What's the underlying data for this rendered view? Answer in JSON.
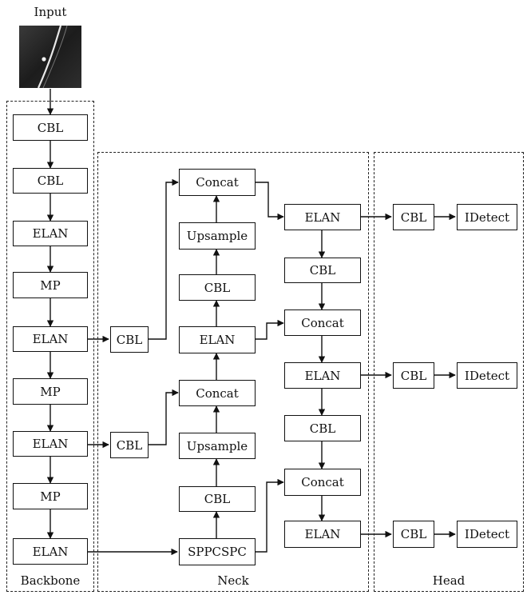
{
  "input_label": "Input",
  "regions": {
    "backbone": "Backbone",
    "neck": "Neck",
    "head": "Head"
  },
  "nodes": {
    "bb_cbl1": "CBL",
    "bb_cbl2": "CBL",
    "bb_elan1": "ELAN",
    "bb_mp1": "MP",
    "bb_elan2": "ELAN",
    "bb_mp2": "MP",
    "bb_elan3": "ELAN",
    "bb_mp3": "MP",
    "bb_elan4": "ELAN",
    "nk_cbl_a": "CBL",
    "nk_cbl_b": "CBL",
    "nk_concat1": "Concat",
    "nk_upsample1": "Upsample",
    "nk_cbl_c": "CBL",
    "nk_elan_mid": "ELAN",
    "nk_concat2": "Concat",
    "nk_upsample2": "Upsample",
    "nk_cbl_d": "CBL",
    "nk_sppcspc": "SPPCSPC",
    "nk_elan_r1": "ELAN",
    "nk_cbl_r1": "CBL",
    "nk_concat_r1": "Concat",
    "nk_elan_r2": "ELAN",
    "nk_cbl_r2": "CBL",
    "nk_concat_r2": "Concat",
    "nk_elan_r3": "ELAN",
    "hd_cbl1": "CBL",
    "hd_idetect1": "IDetect",
    "hd_cbl2": "CBL",
    "hd_idetect2": "IDetect",
    "hd_cbl3": "CBL",
    "hd_idetect3": "IDetect"
  }
}
